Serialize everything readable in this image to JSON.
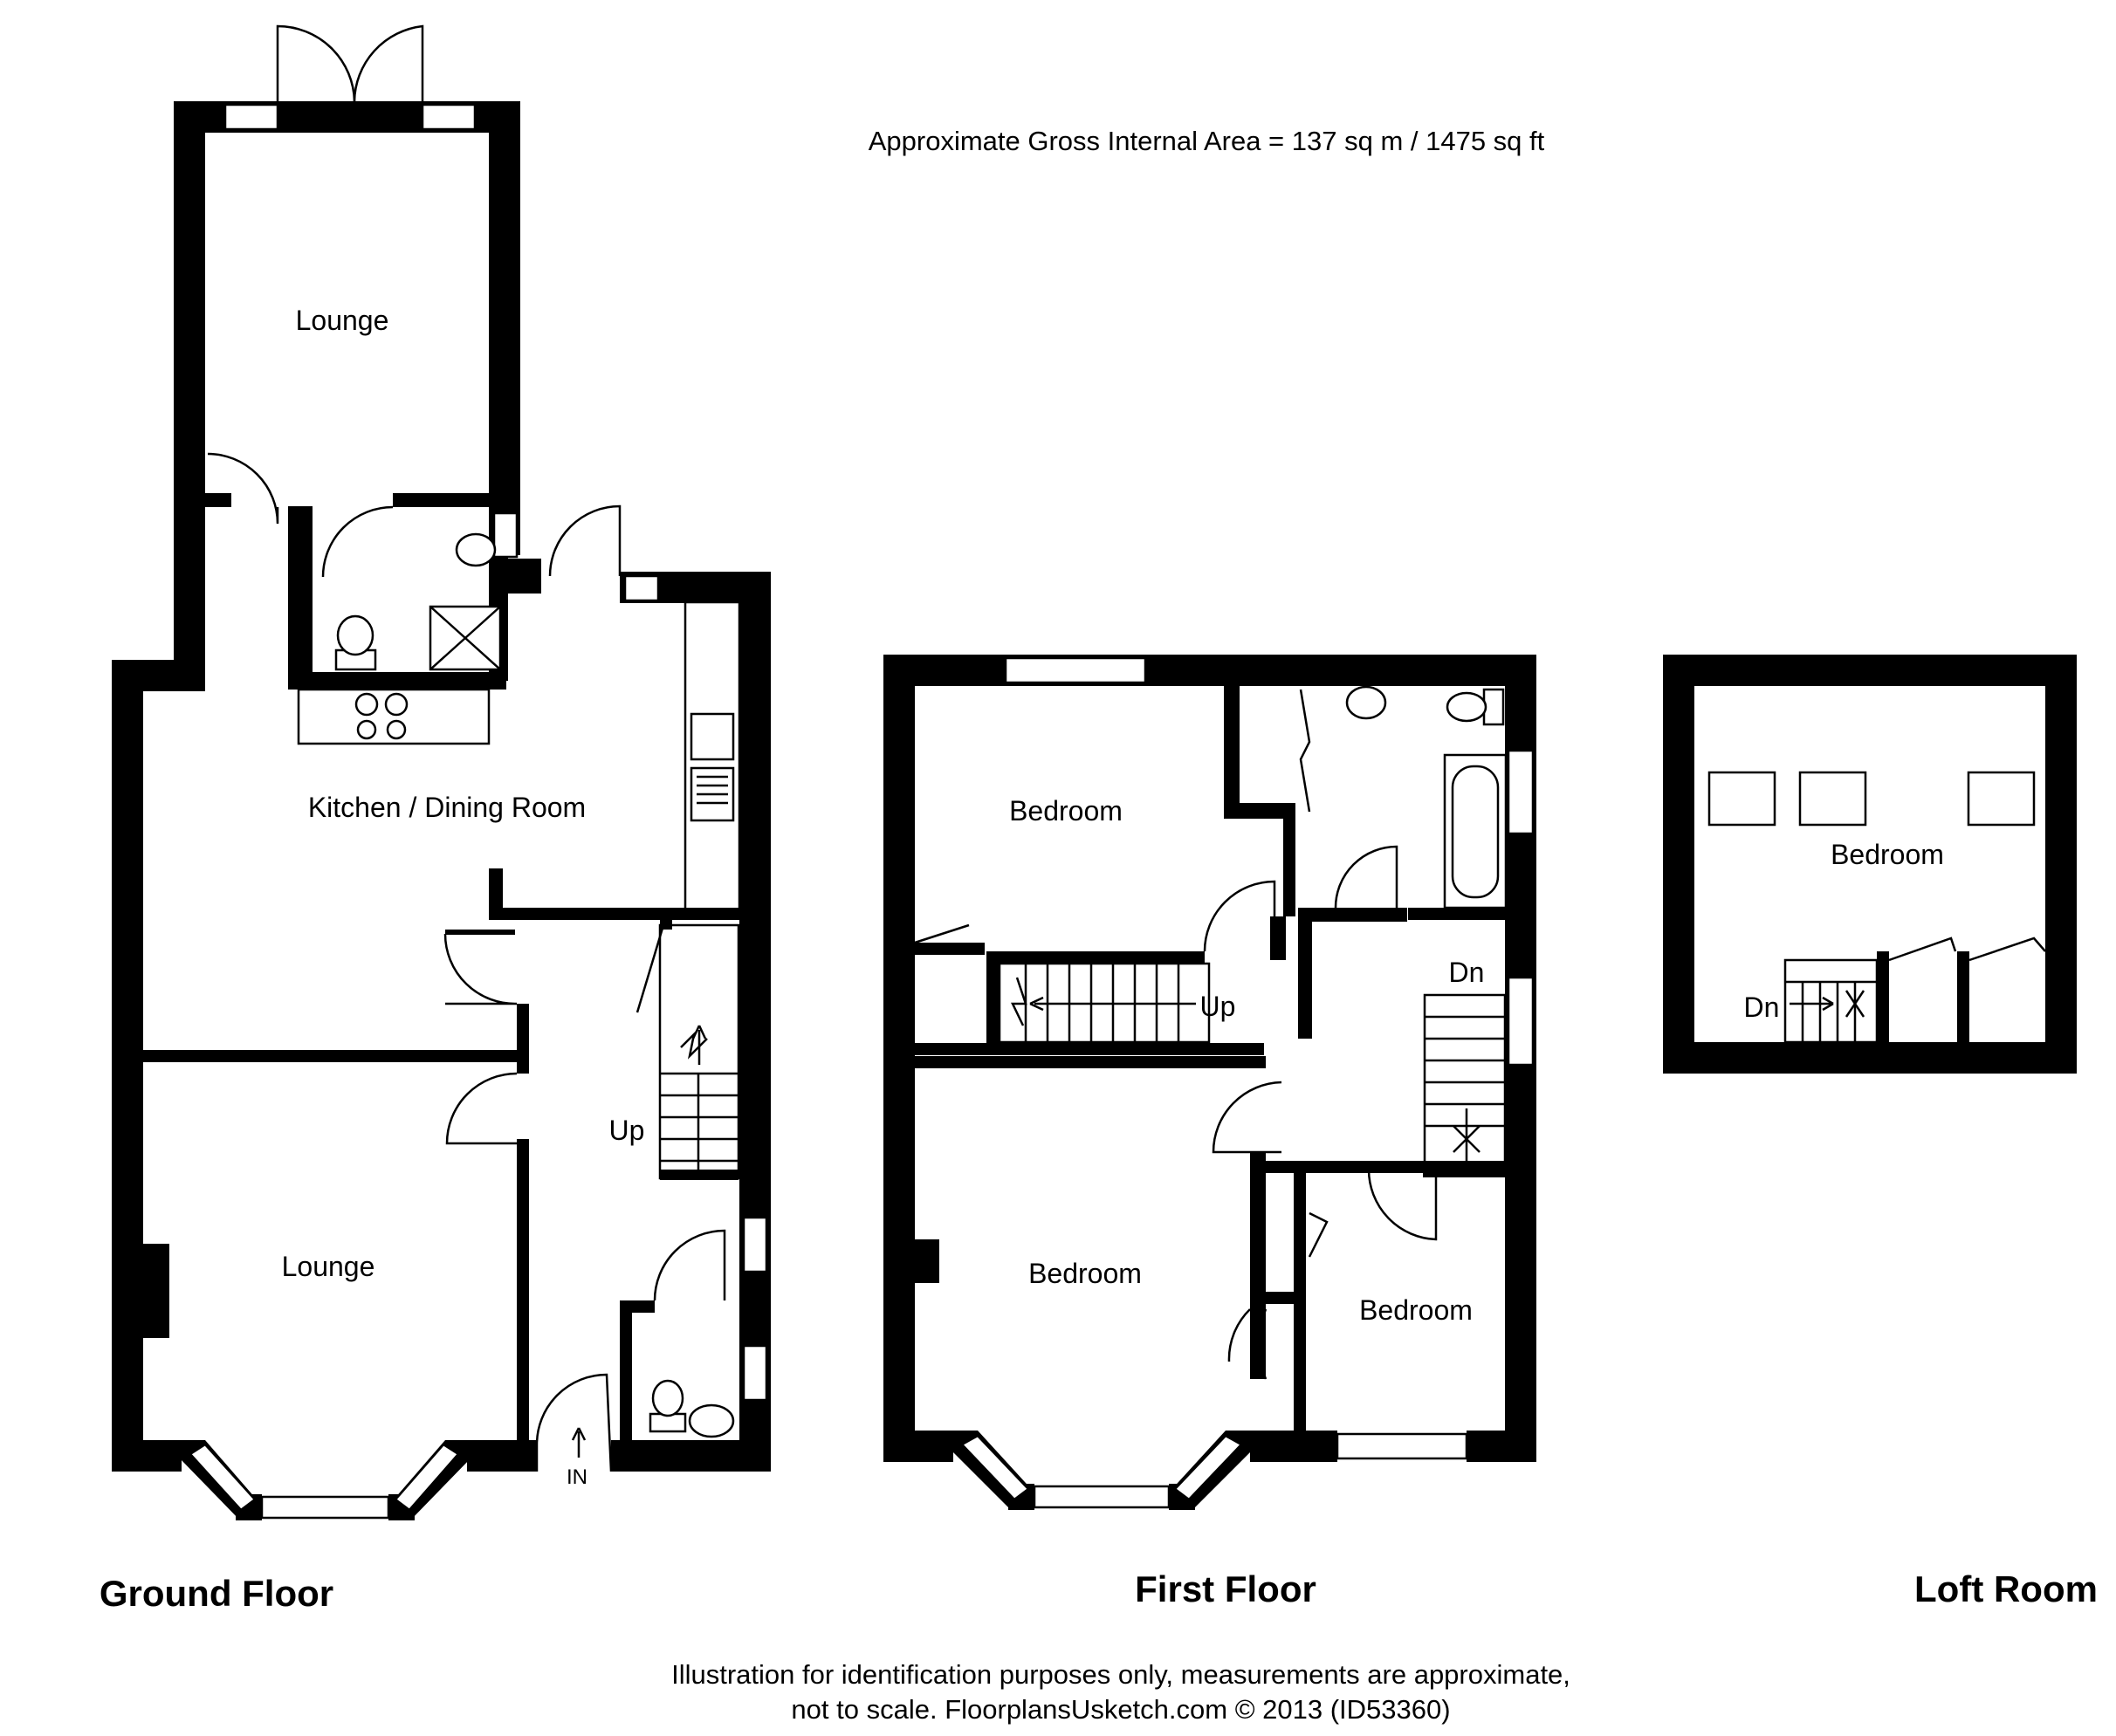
{
  "area_note": "Approximate Gross Internal Area  = 137 sq m / 1475 sq ft",
  "floors": {
    "ground": {
      "title": "Ground Floor",
      "rooms": [
        "Lounge",
        "Kitchen / Dining Room",
        "Lounge"
      ],
      "stairs": "Up",
      "entrance": "IN"
    },
    "first": {
      "title": "First Floor",
      "rooms": [
        "Bedroom",
        "Bedroom",
        "Bedroom"
      ],
      "stairs_up": "Up",
      "stairs_down": "Dn"
    },
    "loft": {
      "title": "Loft Room",
      "rooms": [
        "Bedroom"
      ],
      "stairs_down": "Dn"
    }
  },
  "disclaimer": {
    "line1": "Illustration for identification purposes only, measurements are approximate,",
    "line2": "not to scale. FloorplansUsketch.com © 2013 (ID53360)"
  },
  "colors": {
    "wall": "#000000",
    "background": "#ffffff"
  }
}
